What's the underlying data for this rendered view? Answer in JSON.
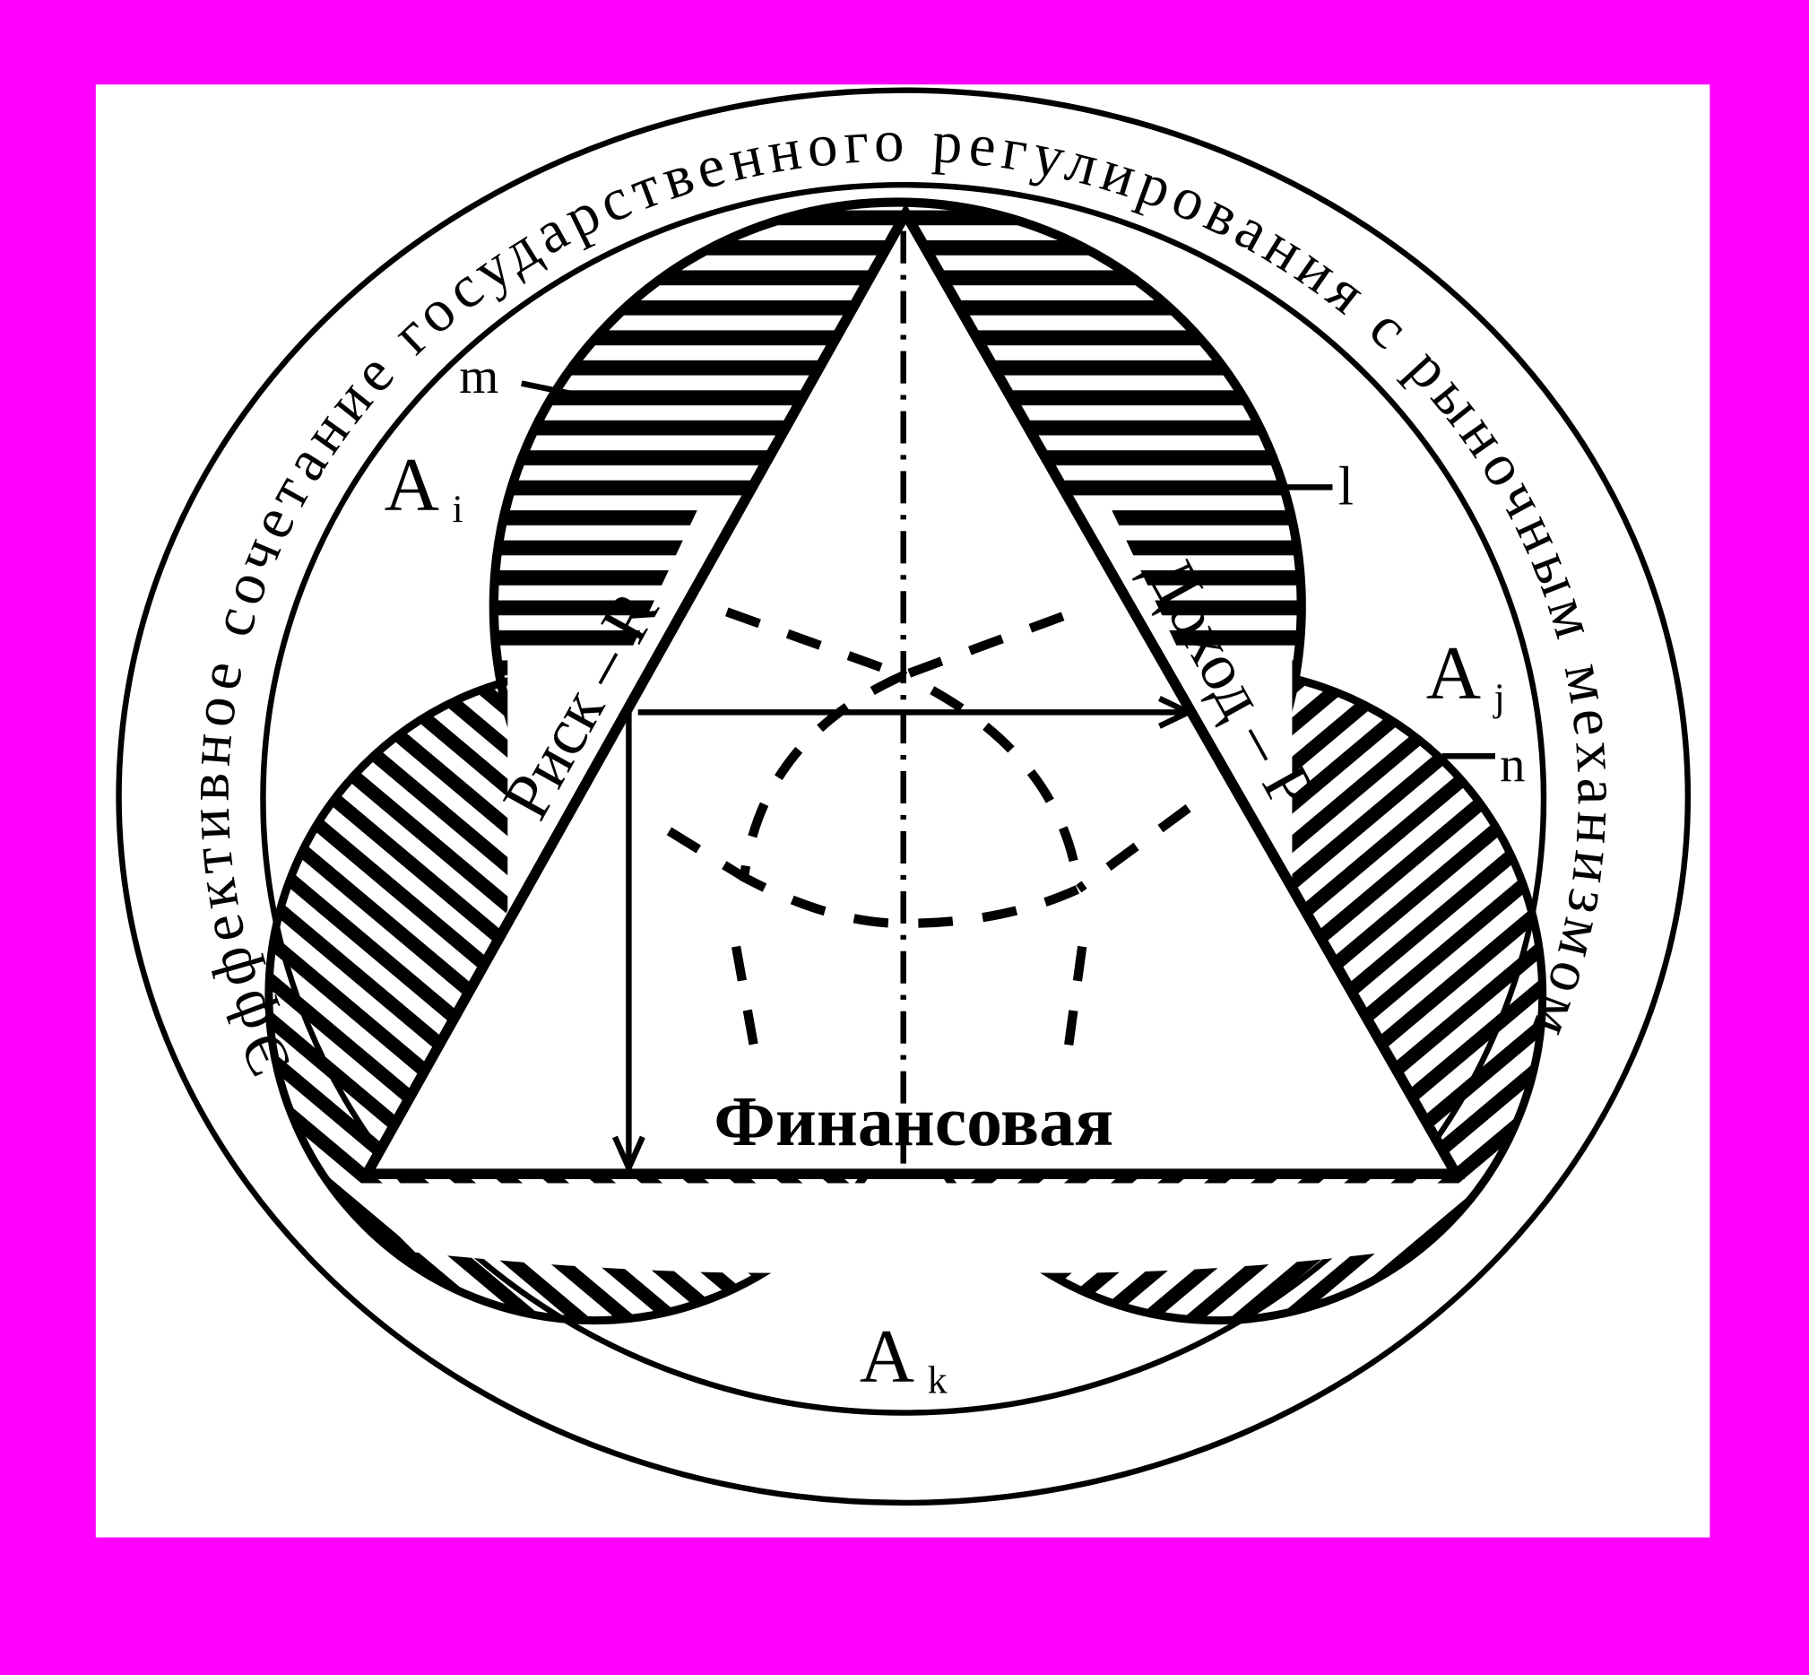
{
  "colors": {
    "background": "#ff00ff",
    "canvas": "#ffffff",
    "ink": "#000000"
  },
  "ring_text": "Эффективное сочетание государственного регулирования с рыночным механизмом",
  "base_label": "Финансовая",
  "left_side_label": "Риск – R",
  "right_side_label": "Доход – Р",
  "labels": {
    "m": "m",
    "l": "l",
    "n": "n",
    "ai_main": "A",
    "ai_sub": "i",
    "aj_main": "A",
    "aj_sub": "j",
    "ak_main": "A",
    "ak_sub": "k"
  }
}
